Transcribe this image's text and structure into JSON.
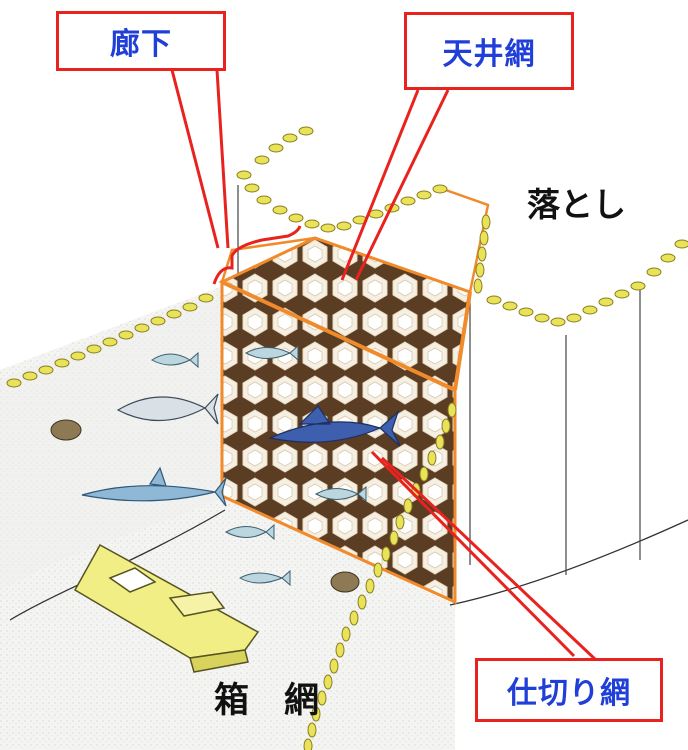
{
  "labels": {
    "corridor": "廊下",
    "ceiling_net": "天井網",
    "drop": "落とし",
    "box_net": "箱　網",
    "partition_net": "仕切り網"
  },
  "colors": {
    "callout_border": "#e8231f",
    "callout_text": "#1f3fd8",
    "net_brown": "#5a3d22",
    "net_highlight": "#f08a2a",
    "rope_float": "#e9e35a",
    "boat_yellow": "#f2ee86"
  }
}
